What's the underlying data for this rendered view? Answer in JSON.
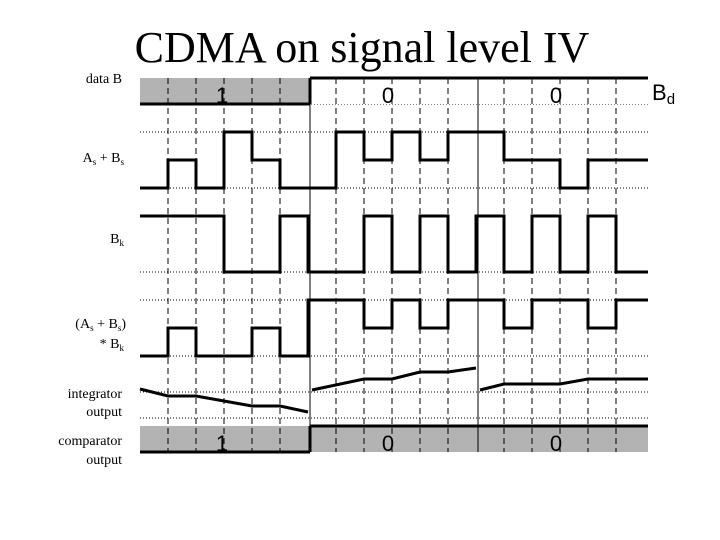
{
  "title": "CDMA on signal level IV",
  "labels": {
    "data_b": "data B",
    "as_bs_main": "A",
    "as_bs_sub1": "s",
    "as_bs_plus": " + B",
    "as_bs_sub2": "s",
    "bk_main": "B",
    "bk_sub": "k",
    "prod_l1_a": "(A",
    "prod_l1_sub1": "s",
    "prod_l1_b": " + B",
    "prod_l1_sub2": "s",
    "prod_l1_c": ")",
    "prod_l2_a": "* B",
    "prod_l2_sub": "k",
    "integrator_l1": "integrator",
    "integrator_l2": "output",
    "comparator_l1": "comparator",
    "comparator_l2": "output",
    "bd_main": "B",
    "bd_sub": "d"
  },
  "data_bits": [
    "1",
    "0",
    "0"
  ],
  "comparator_bits": [
    "1",
    "0",
    "0"
  ],
  "colors": {
    "bit_fill": "#b3b3b3",
    "line": "#000000",
    "background": "#ffffff"
  }
}
